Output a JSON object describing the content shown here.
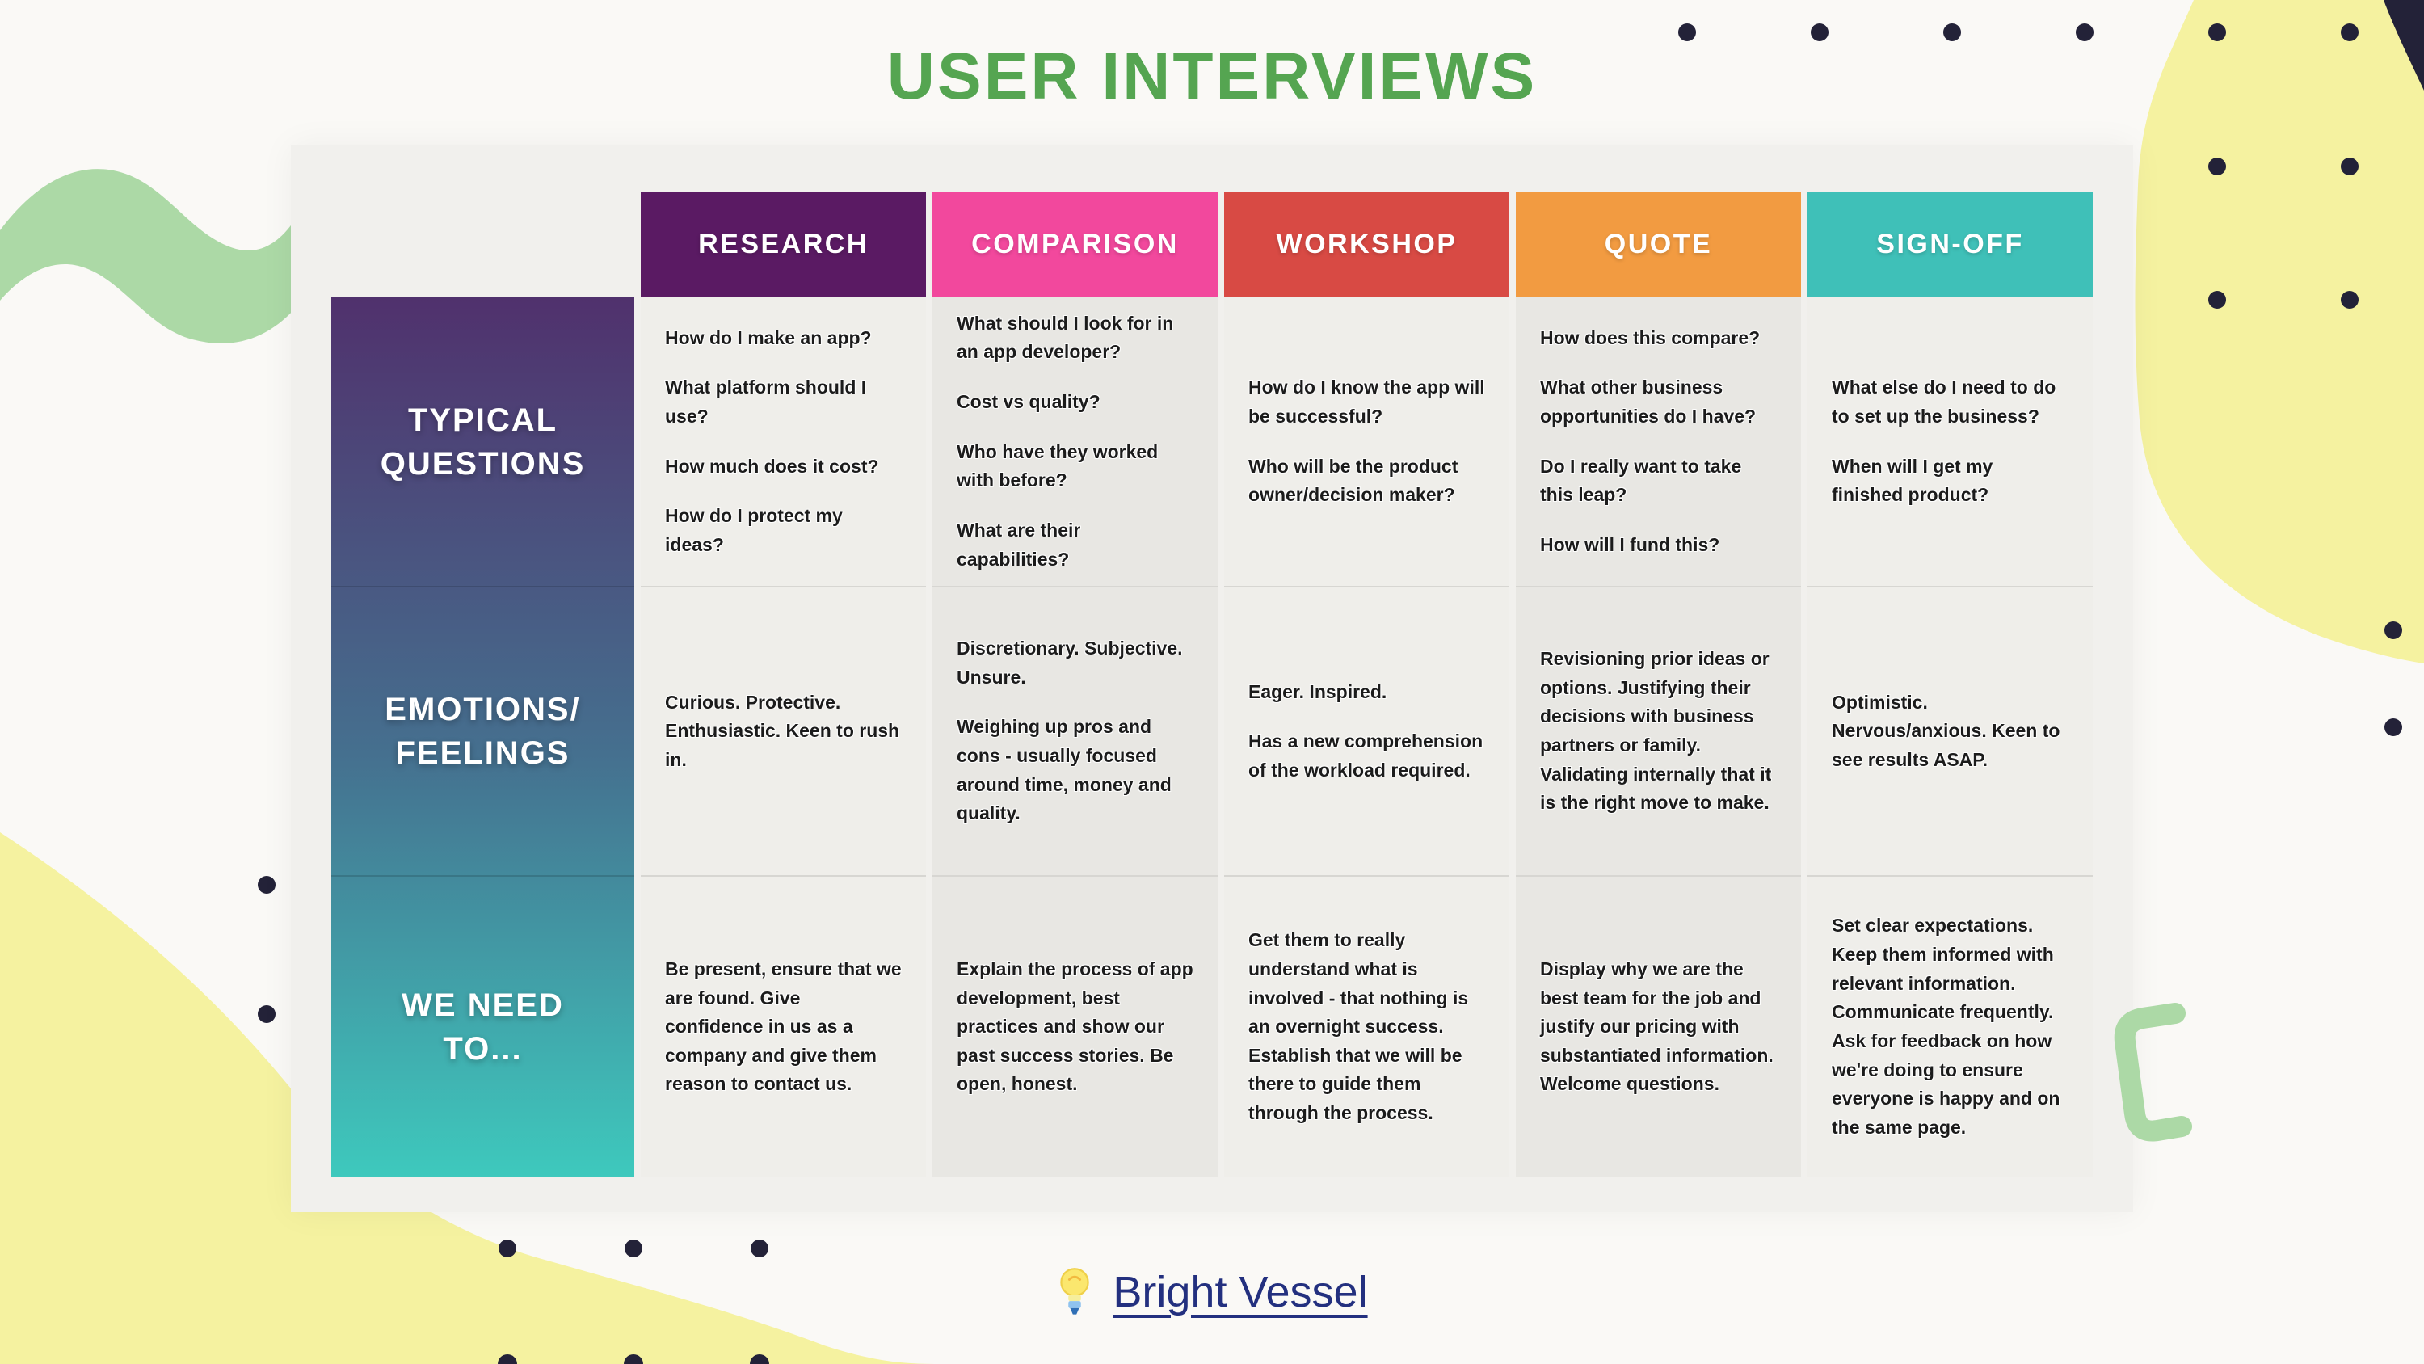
{
  "title": "USER INTERVIEWS",
  "columns": [
    {
      "label": "RESEARCH",
      "color": "#5A1A63"
    },
    {
      "label": "COMPARISON",
      "color": "#F2489D"
    },
    {
      "label": "WORKSHOP",
      "color": "#D84A44"
    },
    {
      "label": "QUOTE",
      "color": "#F29B41"
    },
    {
      "label": "SIGN-OFF",
      "color": "#3FC0B8"
    }
  ],
  "rows": [
    {
      "label": "TYPICAL\nQUESTIONS",
      "cells": [
        [
          "How do I make an app?",
          "What platform should I use?",
          "How much does it cost?",
          "How do I protect my ideas?"
        ],
        [
          "What should I look for in an app developer?",
          "Cost vs quality?",
          "Who have they worked with before?",
          "What are their capabilities?"
        ],
        [
          "How do I know the app will be successful?",
          "Who will be the product owner/decision maker?"
        ],
        [
          "How does this compare?",
          "What other business opportunities do I have?",
          "Do I really want to take this leap?",
          "How will I fund this?"
        ],
        [
          "What else do I need to do to set up the business?",
          "When will I get my finished product?"
        ]
      ]
    },
    {
      "label": "EMOTIONS/\nFEELINGS",
      "cells": [
        [
          "Curious. Protective. Enthusiastic. Keen to rush in."
        ],
        [
          "Discretionary. Subjective. Unsure.",
          "Weighing up pros and cons - usually focused around time, money and quality."
        ],
        [
          "Eager. Inspired.",
          "Has a new comprehension of the workload required."
        ],
        [
          "Revisioning prior ideas or options. Justifying their decisions with business partners or family. Validating internally that it is the right move to make."
        ],
        [
          "Optimistic. Nervous/anxious. Keen to see results ASAP."
        ]
      ]
    },
    {
      "label": "WE NEED\nTO...",
      "cells": [
        [
          "Be present, ensure that we are found. Give confidence in us as a company and give them reason to contact us."
        ],
        [
          "Explain the process of app development, best practices and show our past success stories. Be open, honest."
        ],
        [
          "Get them to really understand what is involved - that nothing is an overnight success. Establish that we will be there to guide them through the process."
        ],
        [
          "Display why we are the best team for the job and justify our pricing with substantiated information. Welcome questions."
        ],
        [
          "Set clear expectations. Keep them informed with relevant information. Communicate frequently. Ask for feedback on how we're doing to ensure everyone is happy and on the same page."
        ]
      ]
    }
  ],
  "footer": {
    "bulb_icon": "light-bulb",
    "link_label": "Bright Vessel"
  },
  "palette": {
    "title_green": "#55A551",
    "link_navy": "#23307F",
    "panel_gray": "#F1F0ED",
    "column_shade": "#E8E7E3",
    "divider_gray": "#D7D6D2",
    "sidebar_gradient_top": "#50316D",
    "sidebar_gradient_mid": "#45708F",
    "sidebar_gradient_bottom": "#3EC9BD",
    "decor_yellow": "#F5F2A0",
    "decor_green": "#ACD9A6",
    "dot_navy": "#232238"
  }
}
